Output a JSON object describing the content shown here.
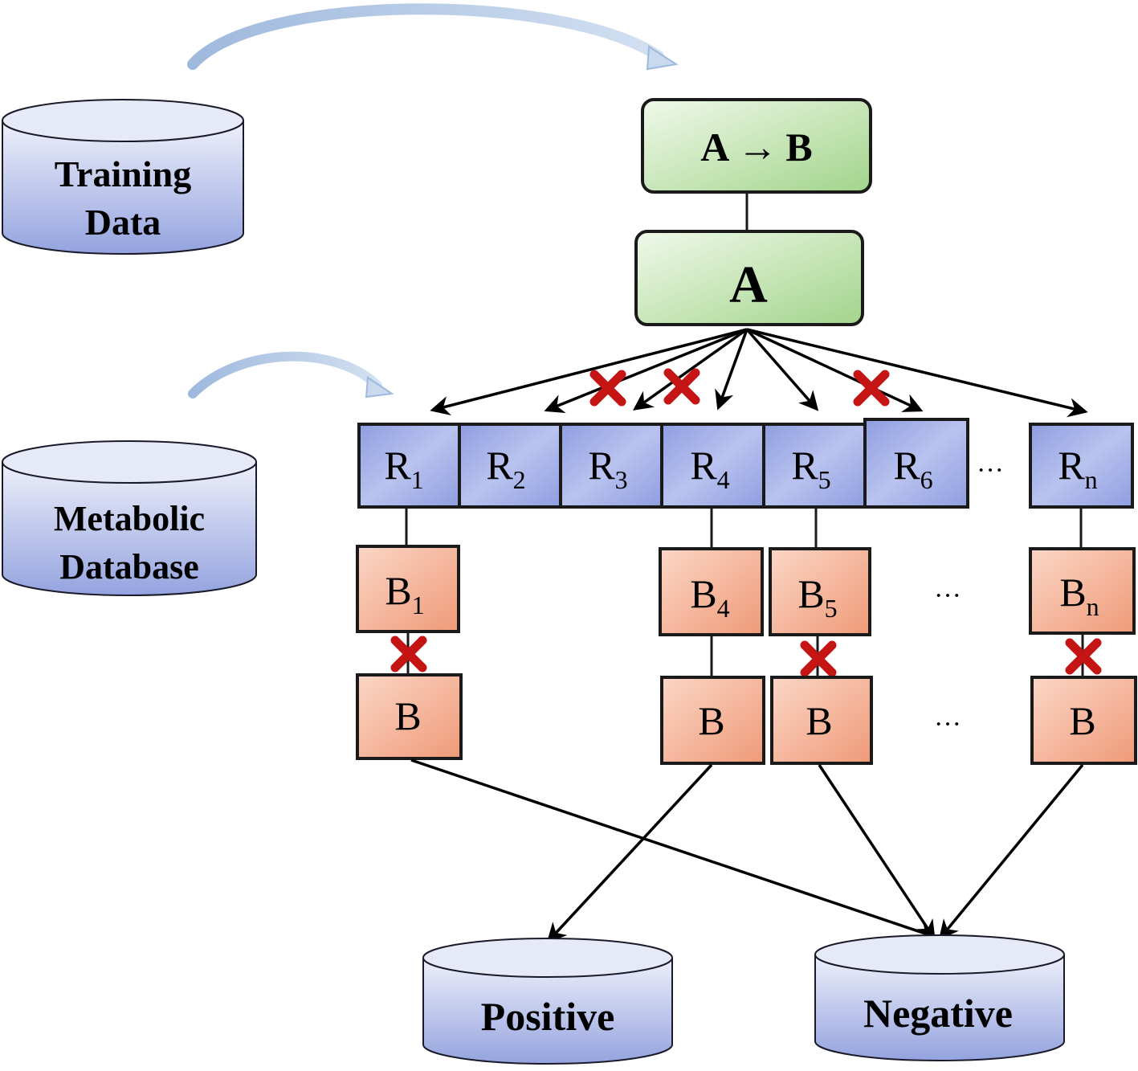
{
  "databases": {
    "training": {
      "line1": "Training",
      "line2": "Data"
    },
    "metabolic": {
      "line1": "Metabolic",
      "line2": "Database"
    },
    "positive": {
      "label": "Positive"
    },
    "negative": {
      "label": "Negative"
    }
  },
  "rule": {
    "a_part": "A",
    "arrow": "→",
    "b_part": "B"
  },
  "antecedent": {
    "label": "A"
  },
  "reactions": [
    {
      "main": "R",
      "sub": "1"
    },
    {
      "main": "R",
      "sub": "2"
    },
    {
      "main": "R",
      "sub": "3"
    },
    {
      "main": "R",
      "sub": "4"
    },
    {
      "main": "R",
      "sub": "5"
    },
    {
      "main": "R",
      "sub": "6"
    },
    {
      "main": "R",
      "sub": "n"
    }
  ],
  "products": [
    {
      "main": "B",
      "sub": "1"
    },
    {
      "main": "B",
      "sub": "4"
    },
    {
      "main": "B",
      "sub": "5"
    },
    {
      "main": "B",
      "sub": "n"
    }
  ],
  "target": {
    "label": "B"
  },
  "ellipsis": "···",
  "colors": {
    "db_fill_top": "#e4e8f6",
    "db_fill_bottom": "#9ba9e2",
    "green_top": "#e9f5e2",
    "green_bottom": "#a6d890",
    "blue_box": "#a7b4e8",
    "orange_box": "#f3a587",
    "reject_mark": "#c41414",
    "curve_arrow": "#b8cde6"
  }
}
